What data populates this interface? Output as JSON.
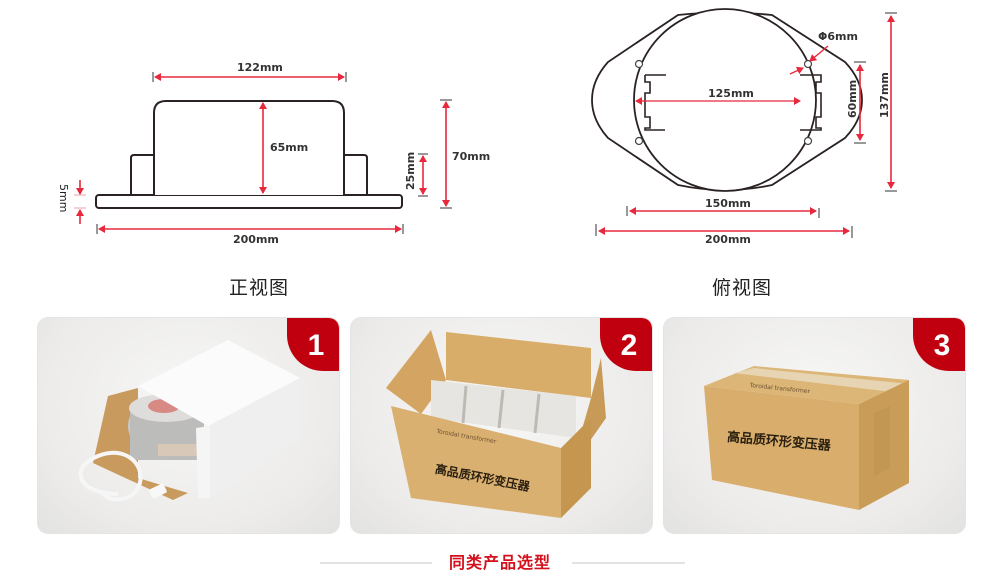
{
  "front_view": {
    "caption": "正视图",
    "dimensions": {
      "top_width": "122mm",
      "body_height": "65mm",
      "base_thickness": "5mm",
      "side_height": "25mm",
      "total_height": "70mm",
      "base_width": "200mm"
    }
  },
  "top_view": {
    "caption": "俯视图",
    "dimensions": {
      "hole_diameter": "Φ6mm",
      "inner_diameter": "125mm",
      "bracket_height": "60mm",
      "total_height": "137mm",
      "hole_spacing": "150mm",
      "total_width": "200mm"
    }
  },
  "packaging_steps": [
    {
      "number": "1",
      "description": "transformer-in-white-box"
    },
    {
      "number": "2",
      "description": "white-boxes-in-carton",
      "box_label": "高品质环形变压器",
      "box_sublabel": "Toroidal transformer"
    },
    {
      "number": "3",
      "description": "sealed-carton",
      "box_label": "高品质环形变压器",
      "box_sublabel": "Toroidal transformer"
    }
  ],
  "footer": {
    "title": "同类产品选型"
  },
  "colors": {
    "dimension_red": "#e8283c",
    "badge_red": "#c0000e",
    "footer_red": "#d3101c",
    "outline": "#2a2222",
    "cardboard": "#d9b478"
  }
}
